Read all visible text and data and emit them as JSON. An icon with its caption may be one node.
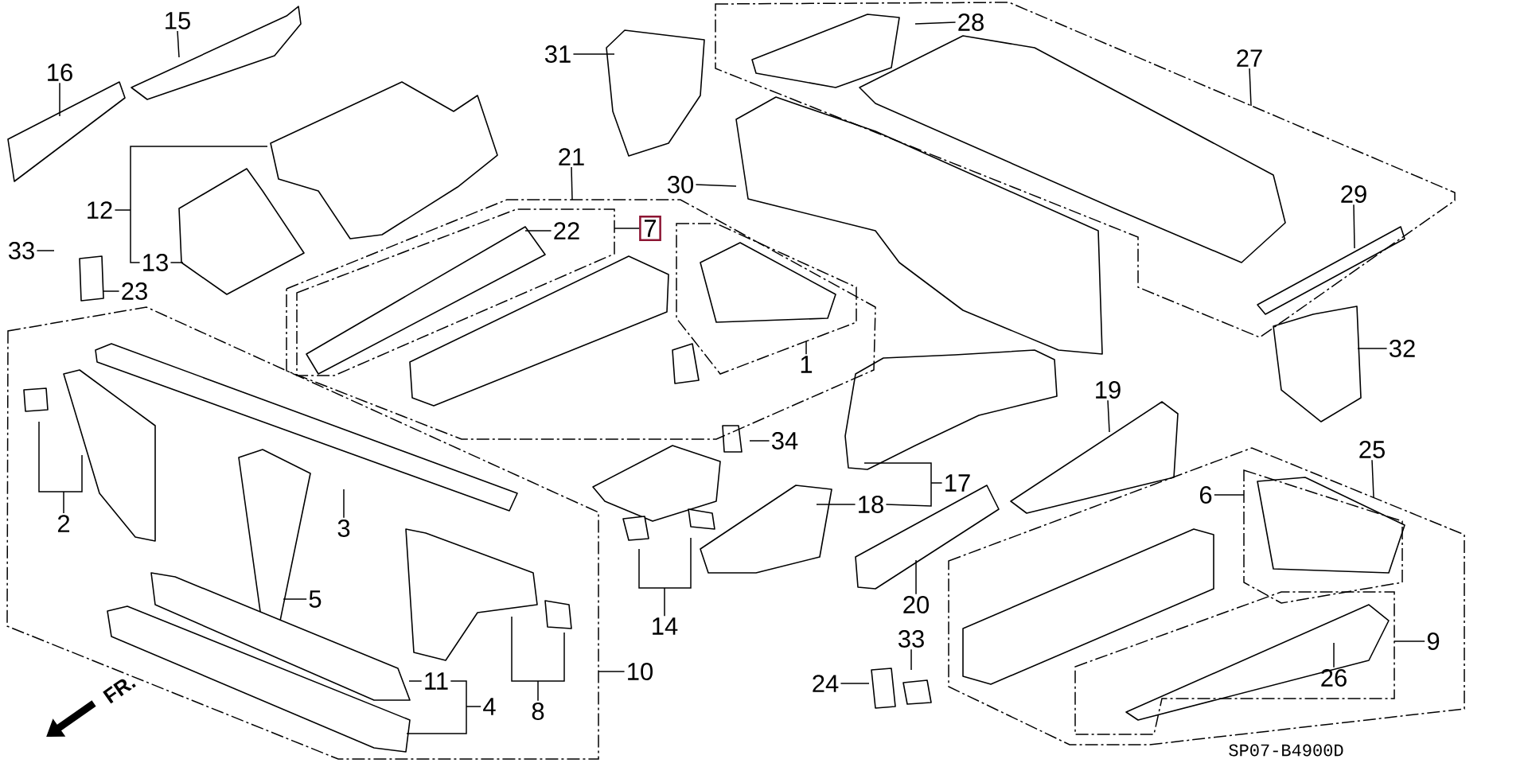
{
  "diagram": {
    "nodes": [
      {
        "text": [],
        "shape": "box"
      },
      {
        "text": [],
        "shape": "box",
        "in": 0
      },
      {
        "text": [],
        "shape": "box",
        "in": 0
      },
      {
        "text": [],
        "shape": "box"
      },
      {
        "text": [],
        "shape": "box"
      },
      {
        "text": [],
        "shape": "box"
      },
      {
        "text": [],
        "shape": "box",
        "in": 5
      },
      {
        "text": [],
        "shape": "box",
        "in": 5
      },
      {
        "text": [
          "15"
        ]
      },
      {
        "text": [
          "16"
        ]
      },
      {
        "text": [
          "31"
        ]
      },
      {
        "text": [
          "28"
        ],
        "in": 3
      },
      {
        "text": [
          "27"
        ]
      },
      {
        "text": [
          "12"
        ]
      },
      {
        "text": [
          "30"
        ]
      },
      {
        "text": [
          "21"
        ]
      },
      {
        "text": [
          "29"
        ],
        "in": 3
      },
      {
        "text": [
          "22"
        ],
        "in": 1
      },
      {
        "text": [
          "7"
        ],
        "in": 0
      },
      {
        "text": [
          "13"
        ]
      },
      {
        "text": [
          "33"
        ]
      },
      {
        "text": [
          "23"
        ]
      },
      {
        "text": [
          "32"
        ]
      },
      {
        "text": [
          "1"
        ],
        "in": 0
      },
      {
        "text": [
          "34"
        ]
      },
      {
        "text": [
          "19"
        ]
      },
      {
        "text": [
          "25"
        ]
      },
      {
        "text": [
          "2"
        ],
        "in": 4
      },
      {
        "text": [
          "3"
        ],
        "in": 4
      },
      {
        "text": [
          "17"
        ]
      },
      {
        "text": [
          "18"
        ]
      },
      {
        "text": [
          "6"
        ],
        "in": 5
      },
      {
        "text": [
          "5"
        ],
        "in": 4
      },
      {
        "text": [
          "14"
        ]
      },
      {
        "text": [
          "20"
        ]
      },
      {
        "text": [
          "33"
        ]
      },
      {
        "text": [
          "9"
        ],
        "in": 5
      },
      {
        "text": [
          "10"
        ]
      },
      {
        "text": [
          "11"
        ],
        "in": 4
      },
      {
        "text": [
          "24"
        ]
      },
      {
        "text": [
          "26"
        ],
        "in": 7
      },
      {
        "text": [
          "4"
        ],
        "in": 4
      },
      {
        "text": [
          "8"
        ],
        "in": 4
      }
    ],
    "edges": [
      {
        "from": 8,
        "to": null,
        "arrow": "none"
      },
      {
        "from": 9,
        "to": null,
        "arrow": "none"
      },
      {
        "from": 10,
        "to": null,
        "arrow": "none"
      },
      {
        "from": 11,
        "to": null,
        "arrow": "none"
      },
      {
        "from": 12,
        "to": 3,
        "arrow": "none"
      },
      {
        "from": 13,
        "to": 19,
        "arrow": "none"
      },
      {
        "from": 14,
        "to": null,
        "arrow": "none"
      },
      {
        "from": 15,
        "to": 0,
        "arrow": "none"
      },
      {
        "from": 16,
        "to": null,
        "arrow": "none"
      },
      {
        "from": 17,
        "to": null,
        "arrow": "none"
      },
      {
        "from": 18,
        "to": 1,
        "arrow": "none"
      },
      {
        "from": 19,
        "to": null,
        "arrow": "none"
      },
      {
        "from": 20,
        "to": null,
        "arrow": "none"
      },
      {
        "from": 21,
        "to": null,
        "arrow": "none"
      },
      {
        "from": 22,
        "to": null,
        "arrow": "none"
      },
      {
        "from": 23,
        "to": 2,
        "arrow": "none"
      },
      {
        "from": 24,
        "to": null,
        "arrow": "none"
      },
      {
        "from": 25,
        "to": null,
        "arrow": "none"
      },
      {
        "from": 26,
        "to": 5,
        "arrow": "none"
      },
      {
        "from": 27,
        "to": null,
        "arrow": "none"
      },
      {
        "from": 28,
        "to": null,
        "arrow": "none"
      },
      {
        "from": 29,
        "to": 30,
        "arrow": "none"
      },
      {
        "from": 30,
        "to": null,
        "arrow": "none"
      },
      {
        "from": 31,
        "to": 6,
        "arrow": "none"
      },
      {
        "from": 32,
        "to": null,
        "arrow": "none"
      },
      {
        "from": 33,
        "to": null,
        "arrow": "none"
      },
      {
        "from": 34,
        "to": null,
        "arrow": "none"
      },
      {
        "from": 35,
        "to": null,
        "arrow": "none"
      },
      {
        "from": 36,
        "to": 7,
        "arrow": "none"
      },
      {
        "from": 37,
        "to": 4,
        "arrow": "none"
      },
      {
        "from": 38,
        "to": null,
        "arrow": "none"
      },
      {
        "from": 39,
        "to": null,
        "arrow": "none"
      },
      {
        "from": 40,
        "to": null,
        "arrow": "none"
      },
      {
        "from": 41,
        "to": 38,
        "arrow": "none"
      },
      {
        "from": 42,
        "to": null,
        "arrow": "none"
      }
    ],
    "labels": [
      "FR.",
      "SP07-B4900D"
    ]
  }
}
